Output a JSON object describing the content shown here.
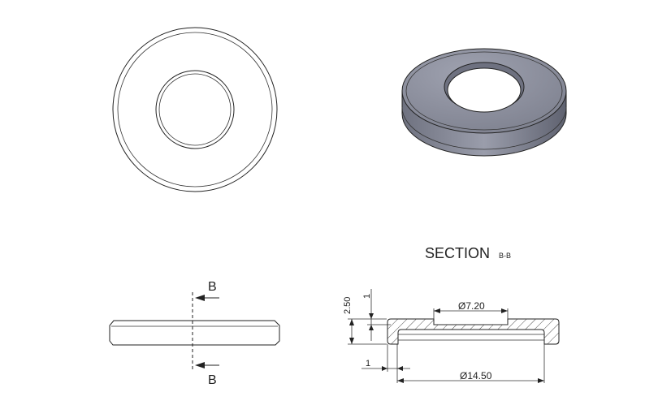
{
  "views": {
    "section_title": "SECTION",
    "section_label": "B-B",
    "cut_label_top": "B",
    "cut_label_bottom": "B"
  },
  "dimensions": {
    "thickness": "2.50",
    "counterbore_depth": "1",
    "hole_diameter": "Ø7.20",
    "outer_diameter": "Ø14.50",
    "step_width": "1"
  },
  "colors": {
    "line": "#222222",
    "shaded_body": "#8a8d9a"
  }
}
